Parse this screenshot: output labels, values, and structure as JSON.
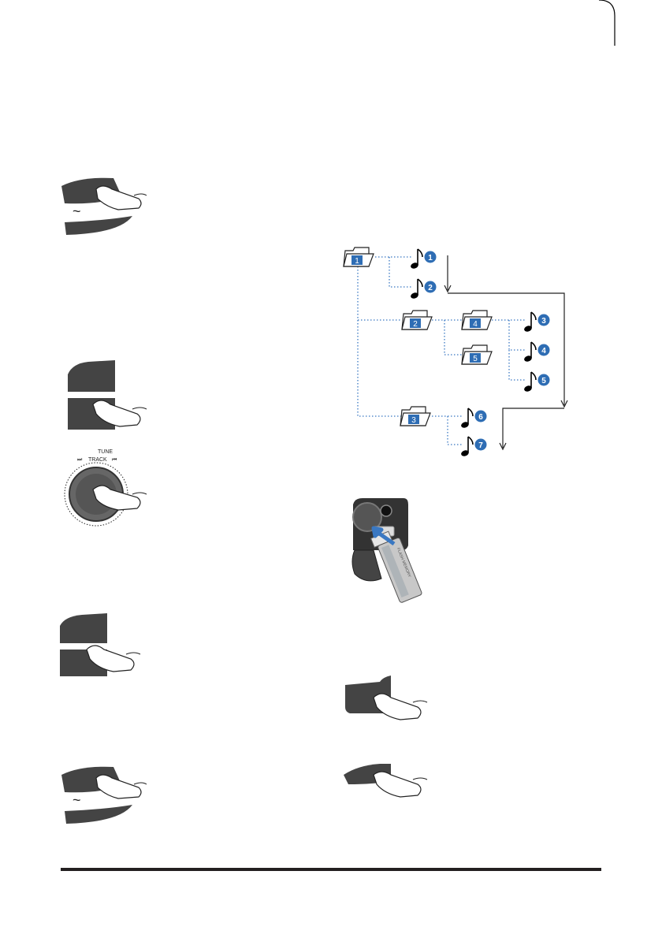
{
  "knob": {
    "label_top": "TUNE",
    "label_bottom": "TRACK"
  },
  "tilde": "~",
  "folders": [
    "1",
    "2",
    "3",
    "4",
    "5"
  ],
  "tracks": [
    "1",
    "2",
    "3",
    "4",
    "5",
    "6",
    "7"
  ],
  "usb": {
    "label": "FLASH MEMORY"
  },
  "colors": {
    "folder_blue": "#2e6db4",
    "dotted_line": "#3a78c2",
    "button_dark": "#4a4a4a",
    "rule": "#231f20"
  }
}
